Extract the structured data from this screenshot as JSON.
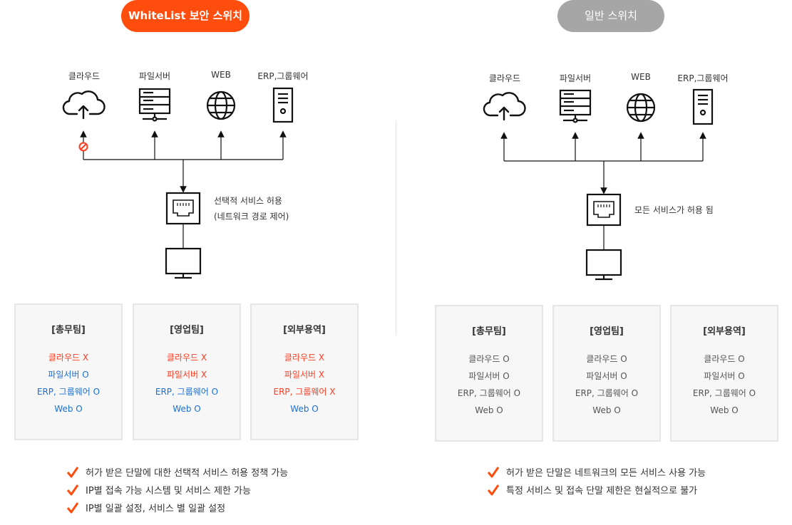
{
  "left": {
    "switch_label": "WhiteList 보안 스위치",
    "devices": [
      {
        "label": "클라우드",
        "icon": "cloud-upload-icon"
      },
      {
        "label": "파일서버",
        "icon": "file-server-icon"
      },
      {
        "label": "WEB",
        "icon": "globe-icon"
      },
      {
        "label": "ERP,그룹웨어",
        "icon": "tower-server-icon"
      }
    ],
    "switch_note": [
      "선택적 서비스 허용",
      "(네트워크 경로 제어)"
    ],
    "teams": [
      {
        "name": "[총무팀]",
        "items": [
          {
            "text": "클라우드 X",
            "status": "blocked"
          },
          {
            "text": "파일서버 O",
            "status": "allowed"
          },
          {
            "text": "ERP, 그룹웨어 O",
            "status": "allowed"
          },
          {
            "text": "Web O",
            "status": "allowed"
          }
        ]
      },
      {
        "name": "[영업팀]",
        "items": [
          {
            "text": "클라우드 X",
            "status": "blocked"
          },
          {
            "text": "파일서버 X",
            "status": "blocked"
          },
          {
            "text": "ERP, 그룹웨어 O",
            "status": "allowed"
          },
          {
            "text": "Web O",
            "status": "allowed"
          }
        ]
      },
      {
        "name": "[외부용역]",
        "items": [
          {
            "text": "클라우드 X",
            "status": "blocked"
          },
          {
            "text": "파일서버 X",
            "status": "blocked"
          },
          {
            "text": "ERP, 그룹웨어 X",
            "status": "blocked"
          },
          {
            "text": "Web O",
            "status": "allowed"
          }
        ]
      }
    ],
    "bullets": [
      "허가 받은 단말에 대한 선택적 서비스 허용 정책 가능",
      "IP별 접속 가능 시스템 및 서비스 제한 가능",
      "IP별 일괄 설정, 서비스 별 일괄 설정"
    ]
  },
  "right": {
    "switch_label": "일반 스위치",
    "devices": [
      {
        "label": "클라우드",
        "icon": "cloud-upload-icon"
      },
      {
        "label": "파일서버",
        "icon": "file-server-icon"
      },
      {
        "label": "WEB",
        "icon": "globe-icon"
      },
      {
        "label": "ERP,그룹웨어",
        "icon": "tower-server-icon"
      }
    ],
    "switch_note": [
      "모든 서비스가 허용 됨"
    ],
    "teams": [
      {
        "name": "[총무팀]",
        "items": [
          {
            "text": "클라우드 O",
            "status": "neutral"
          },
          {
            "text": "파일서버 O",
            "status": "neutral"
          },
          {
            "text": "ERP, 그룹웨어 O",
            "status": "neutral"
          },
          {
            "text": "Web O",
            "status": "neutral"
          }
        ]
      },
      {
        "name": "[영업팀]",
        "items": [
          {
            "text": "클라우드 O",
            "status": "neutral"
          },
          {
            "text": "파일서버 O",
            "status": "neutral"
          },
          {
            "text": "ERP, 그룹웨어 O",
            "status": "neutral"
          },
          {
            "text": "Web O",
            "status": "neutral"
          }
        ]
      },
      {
        "name": "[외부용역]",
        "items": [
          {
            "text": "클라우드 O",
            "status": "neutral"
          },
          {
            "text": "파일서버 O",
            "status": "neutral"
          },
          {
            "text": "ERP, 그룹웨어 O",
            "status": "neutral"
          },
          {
            "text": "Web O",
            "status": "neutral"
          }
        ]
      }
    ],
    "bullets": [
      "허가 받은 단말은 네트워크의 모든 서비스 사용 가능",
      "특정 서비스 및 접속 단말 제한은 현실적으로 불가"
    ]
  },
  "colors": {
    "accent": "#ff4d0d",
    "inactive": "#a6a6a6",
    "blocked": "#ff3b1f",
    "allowed": "#1a6fd6",
    "neutral": "#555555"
  }
}
